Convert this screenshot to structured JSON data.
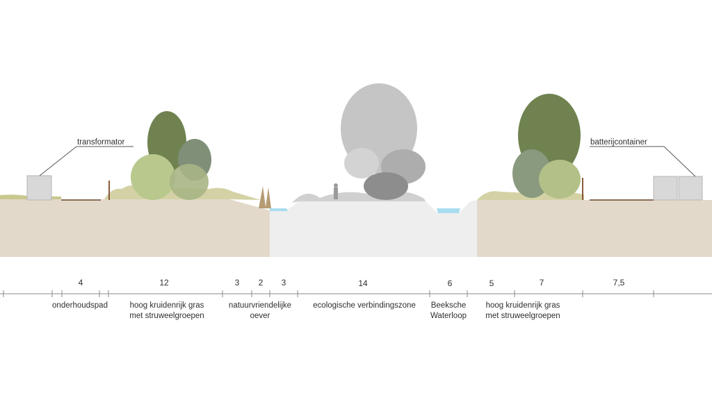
{
  "callouts": {
    "transformator": "transformator",
    "batterijcontainer": "batterijcontainer"
  },
  "dimensions": [
    "4",
    "12",
    "3",
    "2",
    "3",
    "14",
    "6",
    "5",
    "7",
    "7,5"
  ],
  "zones": {
    "onderhoudspad": [
      "onderhoudspad"
    ],
    "kruidenrijk_links": [
      "hoog kruidenrijk gras",
      "met struweelgroepen"
    ],
    "natuurvriendelijke_oever": [
      "natuurvriendelijke",
      "oever"
    ],
    "ecologische_verbindingszone": [
      "ecologische verbindingszone"
    ],
    "beeksche_waterloop": [
      "Beeksche",
      "Waterloop"
    ],
    "kruidenrijk_rechts": [
      "hoog kruidenrijk gras",
      "met struweelgroepen"
    ]
  },
  "colors": {
    "soil": "#e3d9cb",
    "channel": "#efefef",
    "water": "#a9dcef",
    "grass": "#c8c88f",
    "shrub_dark": "#6f8250",
    "shrub_light": "#b9c98e",
    "shrub_grey": "#8a9a7e",
    "tree_grey": "#bdbdbd",
    "tree_dark": "#8d8d8d",
    "box": "#d8d8d8",
    "line": "#555555"
  }
}
